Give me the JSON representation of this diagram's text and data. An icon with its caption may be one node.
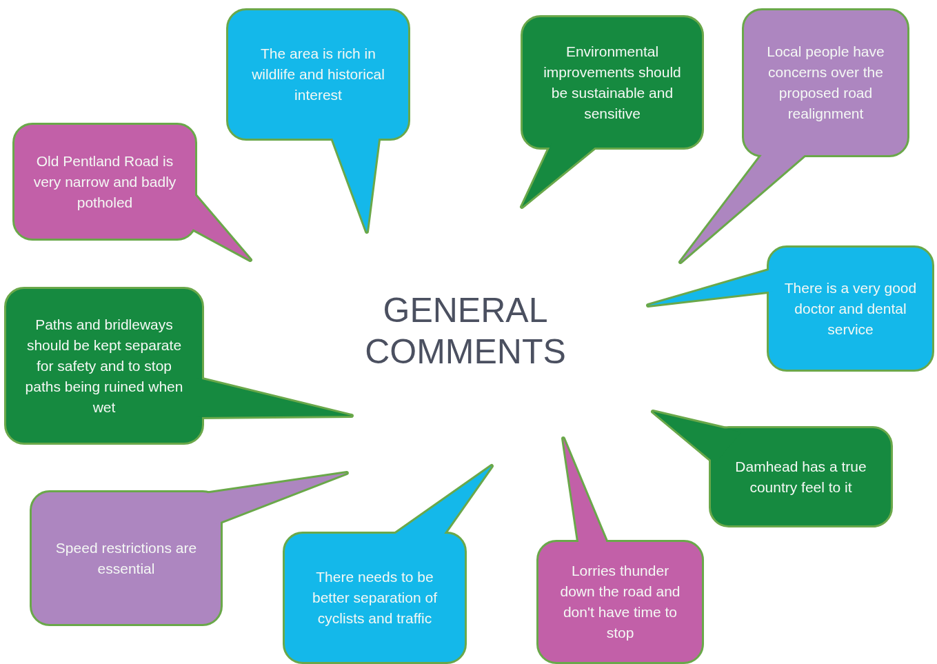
{
  "diagram": {
    "title": "GENERAL COMMENTS",
    "nodes": [
      {
        "text": [
          "The area is rich in wildlife and historical interest"
        ]
      },
      {
        "text": [
          "Local people have concerns over the proposed road realignment"
        ]
      },
      {
        "text": [
          "Environmental improvements should be sustainable and sensitive"
        ]
      },
      {
        "text": [
          "Old Pentland Road is very narrow and badly potholed"
        ]
      },
      {
        "text": [
          "There is a very good doctor and dental service"
        ]
      },
      {
        "text": [
          "Paths and bridleways should be kept separate for safety and to stop paths being ruined when wet"
        ]
      },
      {
        "text": [
          "Damhead has a true country feel to it"
        ]
      },
      {
        "text": [
          "Speed restrictions are essential"
        ]
      },
      {
        "text": [
          "There needs to be better separation of cyclists and traffic"
        ]
      },
      {
        "text": [
          "Lorries thunder down the road and don't have time to stop"
        ]
      }
    ]
  }
}
